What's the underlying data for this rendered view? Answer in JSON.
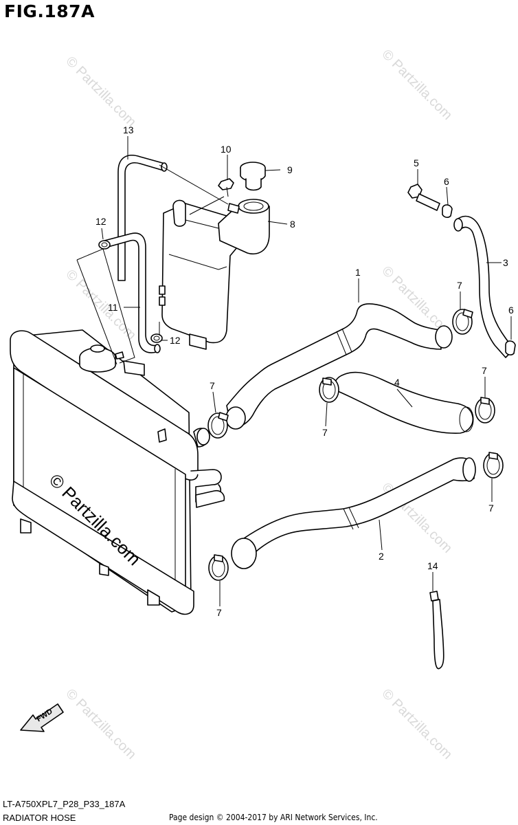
{
  "figure": {
    "title": "FIG.187A"
  },
  "footer": {
    "model_code": "LT-A750XPL7_P28_P33_187A",
    "part_name": "RADIATOR HOSE",
    "copyright": "Page design © 2004-2017 by ARI Network Services, Inc."
  },
  "watermark": {
    "text": "© Partzilla.com"
  },
  "fwd_label": "FWD",
  "callouts": {
    "c1": "1",
    "c2": "2",
    "c3": "3",
    "c4": "4",
    "c5": "5",
    "c6a": "6",
    "c6b": "6",
    "c7a": "7",
    "c7b": "7",
    "c7c": "7",
    "c7d": "7",
    "c7e": "7",
    "c7f": "7",
    "c8": "8",
    "c9": "9",
    "c10": "10",
    "c11": "11",
    "c12a": "12",
    "c12b": "12",
    "c13": "13",
    "c14": "14"
  }
}
